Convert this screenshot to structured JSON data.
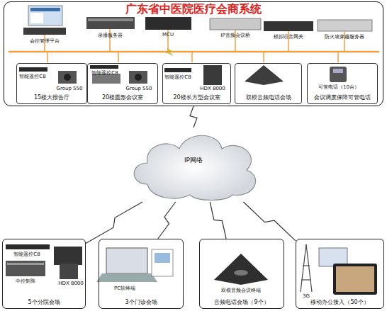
{
  "diagram": {
    "nodes": [
      {
        "text": [
          "广东省中医院医疗会商系统"
        ]
      },
      {
        "text": [
          "15楼大报告厅"
        ],
        "in": 0
      },
      {
        "text": [
          "20楼圆形会议室"
        ],
        "in": 0
      },
      {
        "text": [
          "20楼长方型会议室"
        ],
        "in": 0
      },
      {
        "text": [
          "双模音频电话会场"
        ],
        "in": 0
      },
      {
        "text": [
          "会议调度保障可管电话"
        ],
        "in": 0
      },
      {
        "text": [
          "IP网络"
        ]
      },
      {
        "text": [
          "5个分院会场"
        ]
      },
      {
        "text": [
          "3个门诊会场"
        ]
      },
      {
        "text": [
          "音频电话会场（9个）"
        ]
      },
      {
        "text": [
          "移动办公接入（50个）"
        ]
      }
    ],
    "edges": [
      {
        "from": 0,
        "to": 6,
        "arrow": "none"
      },
      {
        "from": 6,
        "to": 7,
        "arrow": "none"
      },
      {
        "from": 6,
        "to": 8,
        "arrow": "none"
      },
      {
        "from": 6,
        "to": 9,
        "arrow": "none"
      },
      {
        "from": 6,
        "to": 10,
        "arrow": "none"
      }
    ],
    "labels": [
      "会控管理平台",
      "录播服务器",
      "MCU",
      "IP音频会议桥",
      "模拟语音网关",
      "防火墙穿越服务器",
      "智能遥控C8",
      "Group 550",
      "智能遥控C8",
      "Group 550",
      "智能遥控C8",
      "HDX 8000",
      "可管电话（10台）",
      "智能遥控C8",
      "中控矩阵",
      "HDX 8000",
      "PC软终端",
      "双模音频会议终端",
      "3G"
    ]
  }
}
